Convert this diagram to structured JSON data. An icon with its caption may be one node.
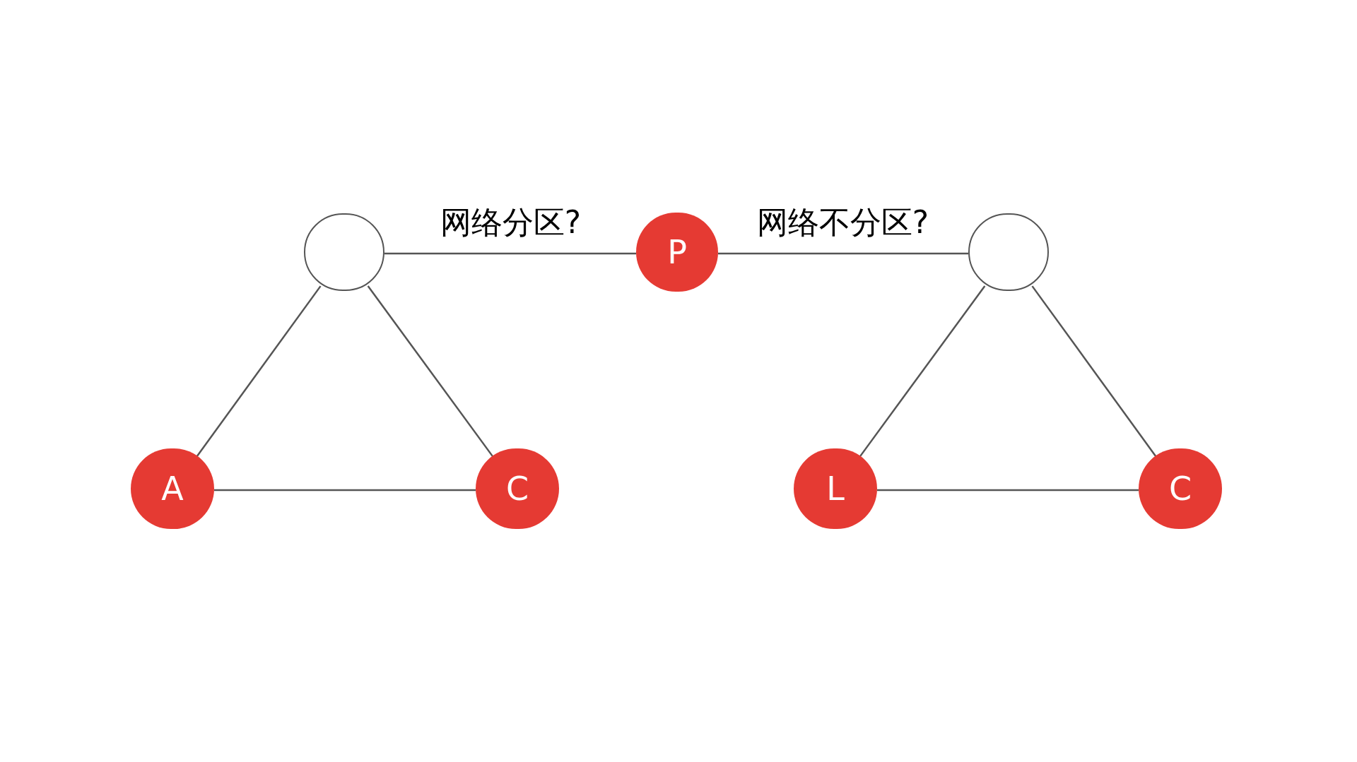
{
  "diagram": {
    "nodes": [
      {
        "text": [],
        "shape": "circle"
      },
      {
        "text": [
          "P"
        ]
      },
      {
        "text": [],
        "shape": "circle"
      },
      {
        "text": [
          "A"
        ]
      },
      {
        "text": [
          "C"
        ]
      },
      {
        "text": [
          "L"
        ]
      },
      {
        "text": [
          "C"
        ]
      }
    ],
    "edges": [
      {
        "from": 0,
        "to": 1,
        "arrow": "none",
        "label": "网络分区?"
      },
      {
        "from": 1,
        "to": 2,
        "arrow": "none",
        "label": "网络不分区?"
      },
      {
        "from": 0,
        "to": 3,
        "arrow": "none"
      },
      {
        "from": 0,
        "to": 4,
        "arrow": "none"
      },
      {
        "from": 3,
        "to": 4,
        "arrow": "none"
      },
      {
        "from": 2,
        "to": 5,
        "arrow": "none"
      },
      {
        "from": 2,
        "to": 6,
        "arrow": "none"
      },
      {
        "from": 5,
        "to": 6,
        "arrow": "none"
      }
    ]
  }
}
